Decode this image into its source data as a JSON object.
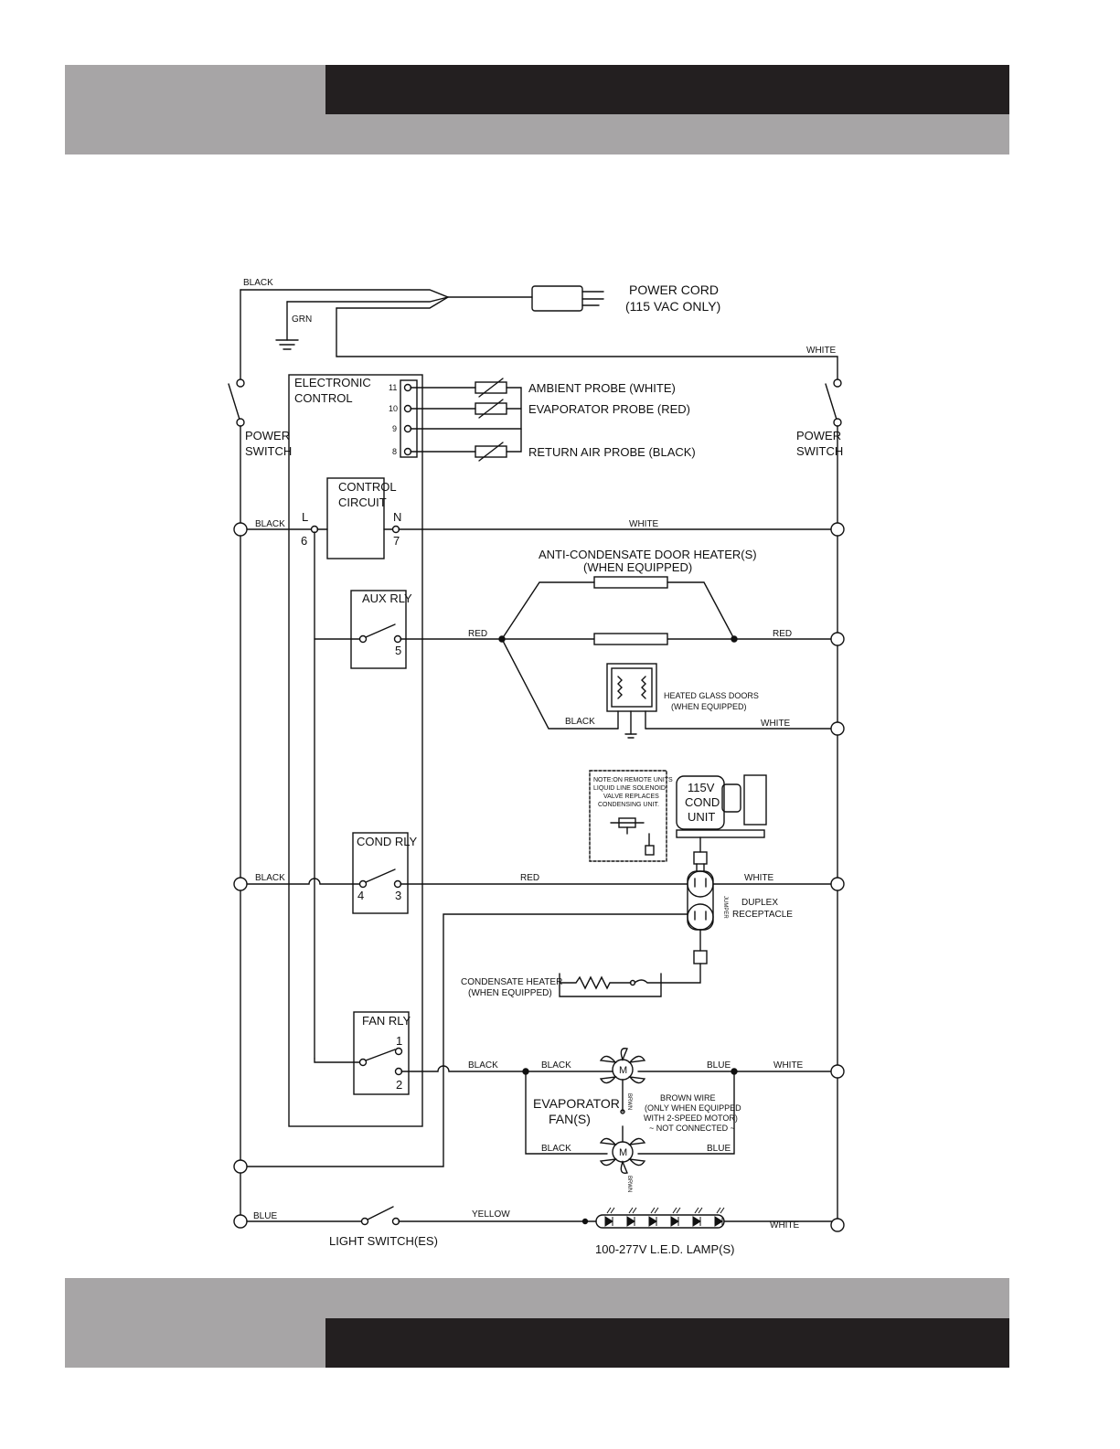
{
  "header": {
    "colors": {
      "dark_bar": "#231f20",
      "gray_bar": "#a7a5a6"
    }
  },
  "footer": {
    "colors": {
      "dark_bar": "#231f20",
      "gray_bar": "#a7a5a6"
    }
  },
  "diagram": {
    "power_cord": {
      "line1": "POWER CORD",
      "line2": "(115 VAC ONLY)"
    },
    "ground_label": "GRN",
    "power_switch_left": {
      "line1": "POWER",
      "line2": "SWITCH"
    },
    "power_switch_right": {
      "line1": "POWER",
      "line2": "SWITCH"
    },
    "electronic_control": {
      "line1": "ELECTRONIC",
      "line2": "CONTROL"
    },
    "terminals": [
      "11",
      "10",
      "9",
      "8"
    ],
    "probes": {
      "ambient": "AMBIENT PROBE (WHITE)",
      "evaporator": "EVAPORATOR PROBE (RED)",
      "return_air": "RETURN AIR PROBE (BLACK)"
    },
    "control_circuit": {
      "line1": "CONTROL",
      "line2": "CIRCUIT",
      "L": "L",
      "N": "N",
      "pin6": "6",
      "pin7": "7"
    },
    "aux_rly": {
      "label": "AUX RLY",
      "pin": "5"
    },
    "cond_rly": {
      "label": "COND RLY",
      "pin4": "4",
      "pin3": "3"
    },
    "fan_rly": {
      "label": "FAN RLY",
      "pin1": "1",
      "pin2": "2"
    },
    "door_heater": {
      "line1": "ANTI-CONDENSATE DOOR HEATER(S)",
      "line2": "(WHEN EQUIPPED)"
    },
    "heated_glass": {
      "line1": "HEATED GLASS DOORS",
      "line2": "(WHEN EQUIPPED)"
    },
    "note": {
      "line1": "NOTE:ON REMOTE UNITS",
      "line2": "LIQUID LINE SOLENOID",
      "line3": "VALVE REPLACES",
      "line4": "CONDENSING UNIT."
    },
    "cond_unit": {
      "line1": "115V",
      "line2": "COND",
      "line3": "UNIT"
    },
    "jumper": "JUMPER",
    "duplex": {
      "line1": "DUPLEX",
      "line2": "RECEPTACLE"
    },
    "condensate_heater": {
      "line1": "CONDENSATE HEATER",
      "line2": "(WHEN EQUIPPED)"
    },
    "evap_fans": {
      "line1": "EVAPORATOR",
      "line2": "FAN(S)",
      "motor": "M",
      "brown": "BRWN"
    },
    "brown_wire": {
      "line1": "BROWN WIRE",
      "line2": "(ONLY WHEN EQUIPPED",
      "line3": "WITH 2-SPEED MOTOR)",
      "line4": "~ NOT CONNECTED ~"
    },
    "light_switch": "LIGHT SWITCH(ES)",
    "led_lamps": "100-277V L.E.D. LAMP(S)",
    "wires": {
      "black": "BLACK",
      "white": "WHITE",
      "red": "RED",
      "blue": "BLUE",
      "yellow": "YELLOW"
    }
  }
}
